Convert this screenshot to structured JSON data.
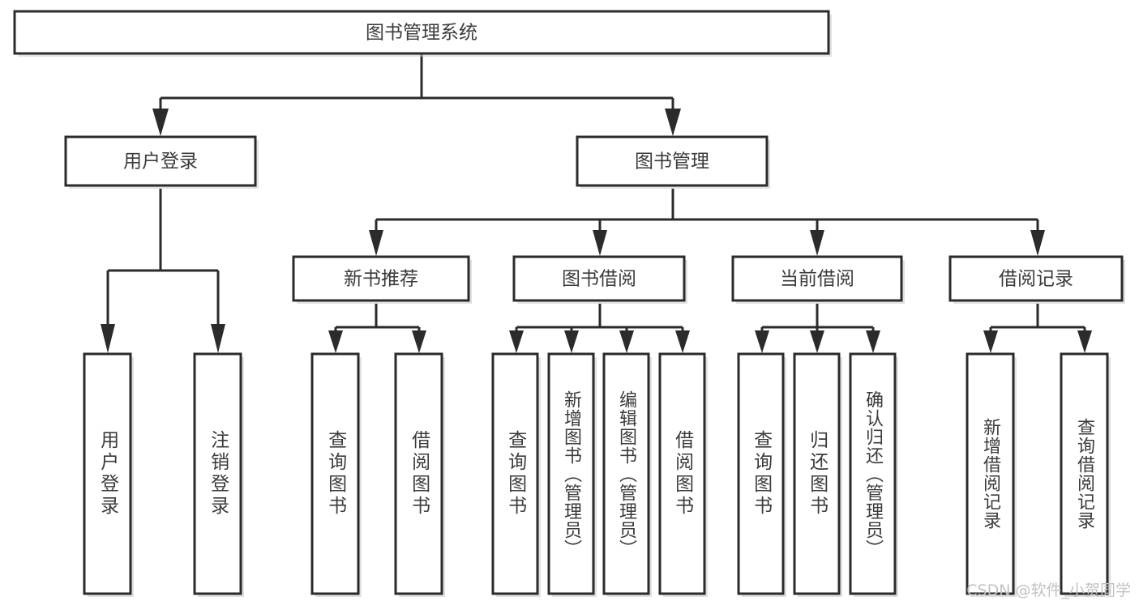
{
  "diagram": {
    "type": "tree-hierarchy",
    "title": "图书管理系统",
    "orientation": "top-down",
    "colors": {
      "box_fill": "#ffffff",
      "box_stroke": "#2b2b2b",
      "text": "#3b3b3b",
      "connector": "#2b2b2b",
      "watermark": "#c2c2c2",
      "background": "#ffffff"
    },
    "root": {
      "label": "图书管理系统"
    },
    "level2": [
      {
        "label": "用户登录"
      },
      {
        "label": "图书管理"
      }
    ],
    "level3": [
      {
        "label": "新书推荐"
      },
      {
        "label": "图书借阅"
      },
      {
        "label": "当前借阅"
      },
      {
        "label": "借阅记录"
      }
    ],
    "leaves": {
      "user_login": [
        "用户登录",
        "注销登录"
      ],
      "new_book_recommend": [
        "查询图书",
        "借阅图书"
      ],
      "book_borrow": [
        "查询图书",
        "新增图书（管理员）",
        "编辑图书（管理员）",
        "借阅图书"
      ],
      "current_borrow": [
        "查询图书",
        "归还图书",
        "确认归还（管理员）"
      ],
      "borrow_record": [
        "新增借阅记录",
        "查询借阅记录"
      ]
    }
  },
  "watermark": {
    "text": "CSDN @软件_小贺同学"
  }
}
